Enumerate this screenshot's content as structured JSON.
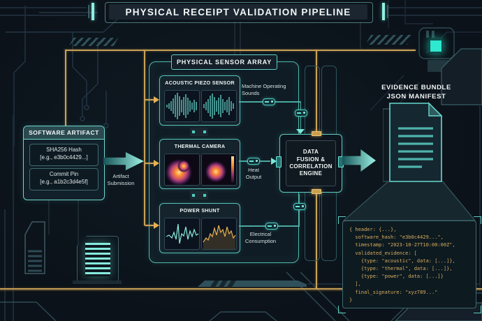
{
  "title": "PHYSICAL RECEIPT VALIDATION PIPELINE",
  "software_artifact": {
    "header": "SOFTWARE ARTIFACT",
    "fields": [
      {
        "name": "SHA256 Hash",
        "example": "[e.g., e3b0c4429...]"
      },
      {
        "name": "Commit Pin",
        "example": "[e.g., a1b2c3d4e5f]"
      }
    ]
  },
  "flow_labels": {
    "artifact_submission": "Artifact Submission"
  },
  "sensor_array": {
    "header": "PHYSICAL SENSOR ARRAY",
    "sensors": [
      {
        "name": "ACOUSTIC PIEZO SENSOR",
        "output_label": "Machine Operating Sounds"
      },
      {
        "name": "THERMAL CAMERA",
        "output_label": "Heat Output"
      },
      {
        "name": "POWER SHUNT",
        "output_label": "Electrical Consumption"
      }
    ]
  },
  "engine": {
    "label": "DATA\nFUSION &\nCORRELATION\nENGINE"
  },
  "evidence_bundle": {
    "title": "EVIDENCE BUNDLE\nJSON MANIFEST",
    "manifest_lines": [
      "{ header: {...},",
      "  software_hash: \"e3b0c4429...\",",
      "  timestamp: \"2023-10-27T10:00:00Z\",",
      "  validated_evidence: [",
      "    {type: \"acoustic\", data: [...]},",
      "    {type: \"thermal\", data: [...]},",
      "    {type: \"power\", data: [...]}",
      "  ],",
      "  final_signature: \"xyz789...\"",
      "}"
    ]
  },
  "colors": {
    "background": "#0b1219",
    "accent_teal": "#6fe0d4",
    "accent_amber": "#d9a757",
    "panel_border_teal": "#56c4ba",
    "text_primary": "#f2f7f7",
    "json_text": "#d9ac5f"
  }
}
